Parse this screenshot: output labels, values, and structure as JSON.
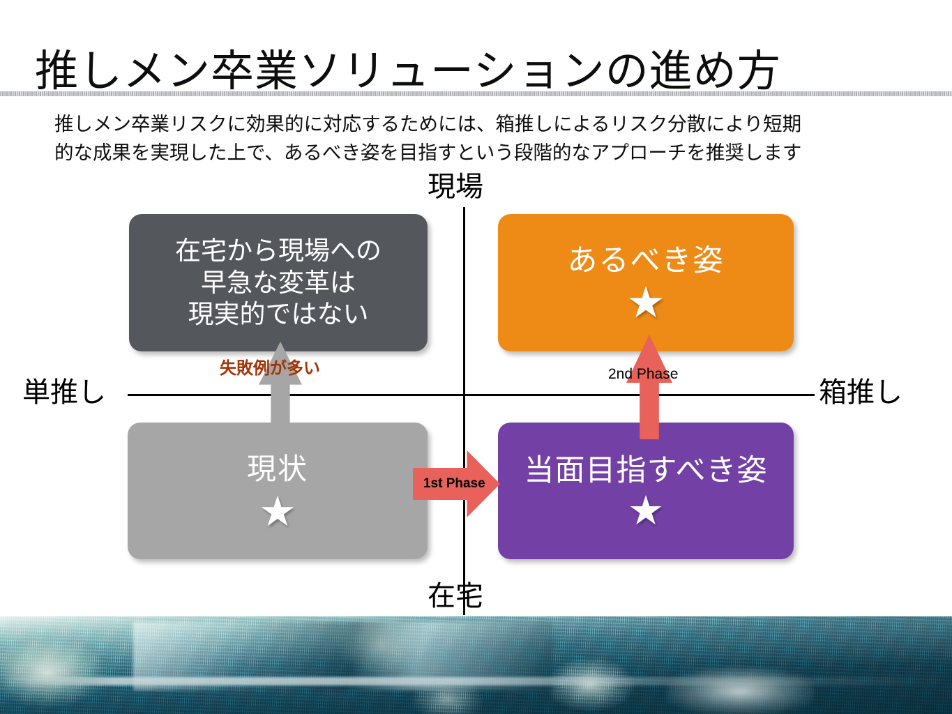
{
  "slide": {
    "title": "推しメン卒業ソリューションの進め方",
    "lead_line1": "推しメン卒業リスクに効果的に対応するためには、箱推しによるリスク分散により短期",
    "lead_line2": "的な成果を実現した上で、あるべき姿を目指すという段階的なアプローチを推奨します"
  },
  "matrix": {
    "axis": {
      "top_label": "現場",
      "bottom_label": "在宅",
      "left_label": "単推し",
      "right_label": "箱推し"
    },
    "quadrants": {
      "top_left": {
        "text": "在宅から現場への\n早急な変革は\n現実的ではない",
        "color": "#54585C",
        "star": ""
      },
      "top_right": {
        "text": "あるべき姿",
        "color": "#ED8B16",
        "star": "★"
      },
      "bottom_left": {
        "text": "現状",
        "color": "#A6A6A6",
        "star": "★"
      },
      "bottom_right": {
        "text": "当面目指すべき姿",
        "color": "#7340A5",
        "star": "★"
      }
    },
    "arrows": {
      "fail_note": "失敗例が多い",
      "fail_note_color": "#A33508",
      "gray_up_color": "#A6A6A6",
      "first_phase_label": "1st Phase",
      "second_phase_label": "2nd Phase",
      "red_color": "#E8615A"
    }
  },
  "footer_photo": {
    "caption": "concert-arena-photo"
  }
}
